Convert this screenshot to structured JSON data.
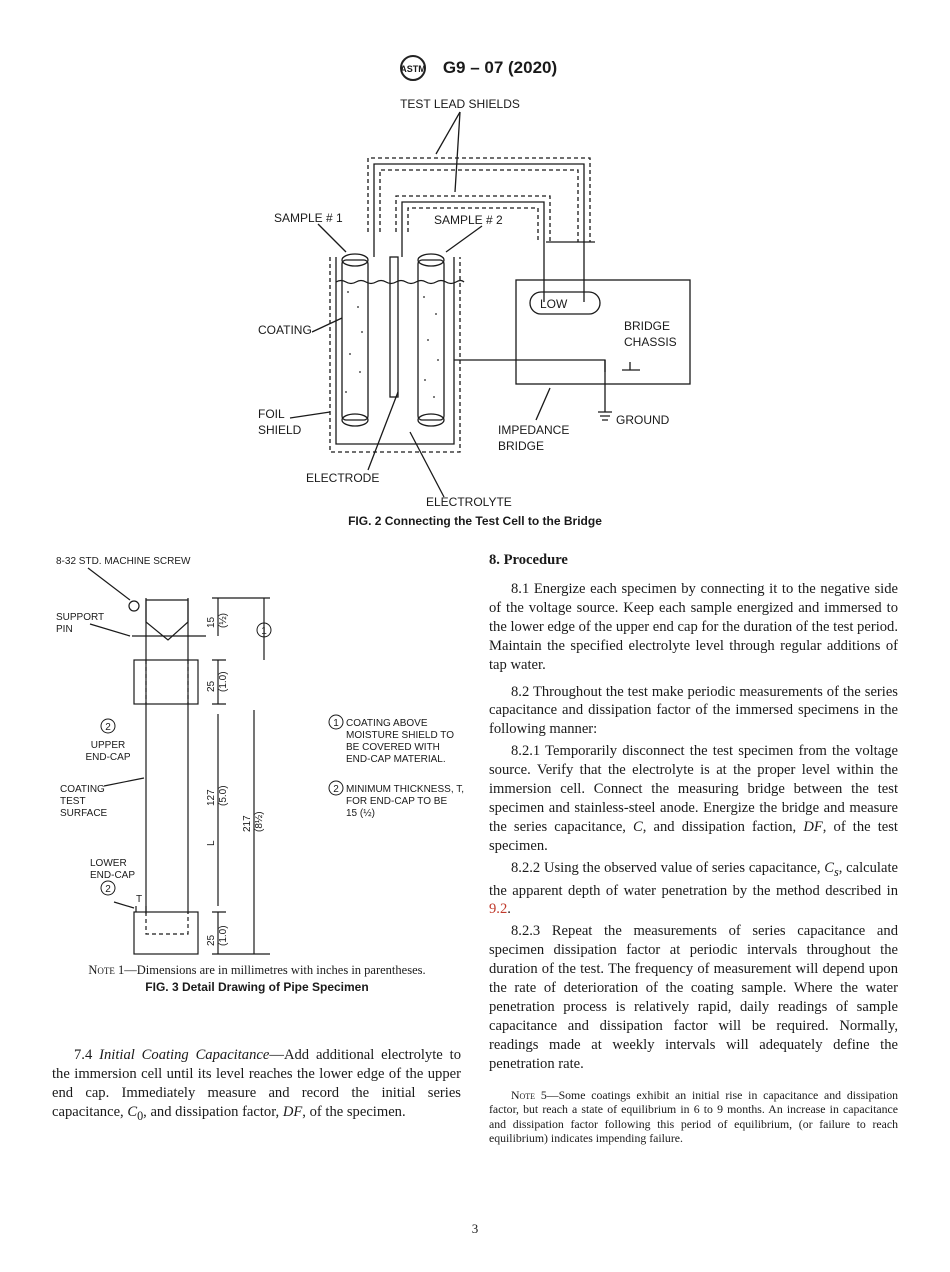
{
  "header": {
    "logo_text": "ASTM",
    "doc_code": "G9 – 07 (2020)"
  },
  "fig2": {
    "labels": {
      "test_lead_shields": "TEST LEAD SHIELDS",
      "sample1": "SAMPLE # 1",
      "sample2": "SAMPLE # 2",
      "coating": "COATING",
      "foil": "FOIL",
      "shield": "SHIELD",
      "electrode": "ELECTRODE",
      "electrolyte": "ELECTROLYTE",
      "low": "LOW",
      "bridge": "BRIDGE",
      "chassis": "CHASSIS",
      "ground": "GROUND",
      "impedance": "IMPEDANCE",
      "bridge2": "BRIDGE"
    },
    "caption": "FIG. 2 Connecting the Test Cell to the Bridge"
  },
  "fig3": {
    "labels": {
      "screw": "8-32 STD. MACHINE SCREW",
      "support": "SUPPORT",
      "pin": "PIN",
      "upper": "UPPER",
      "end_cap": "END-CAP",
      "coating": "COATING",
      "test": "TEST",
      "surface": "SURFACE",
      "lower": "LOWER",
      "lower_end_cap": "END-CAP",
      "t": "T",
      "dim_15": "15",
      "dim_15_in": "(½)",
      "dim_25a": "25",
      "dim_25a_in": "(1.0)",
      "dim_127": "127",
      "dim_127_in": "(5.0)",
      "dim_L": "L",
      "dim_217": "217",
      "dim_217_in": "(8½)",
      "dim_25b": "25",
      "dim_25b_in": "(1.0)",
      "circle1": "1",
      "circle2": "2"
    },
    "callouts": {
      "c1_lines": [
        "COATING ABOVE",
        "MOISTURE SHIELD TO",
        "BE COVERED WITH",
        "END-CAP MATERIAL."
      ],
      "c2_lines": [
        "MINIMUM THICKNESS, T,",
        "FOR END-CAP TO BE",
        "15 (½)"
      ]
    },
    "note_label": "Note 1",
    "note_text": "—Dimensions are in millimetres with inches in parentheses.",
    "caption": "FIG. 3 Detail Drawing of Pipe Specimen"
  },
  "section_7_4": {
    "number": "7.4",
    "title": "Initial Coating Capacitance",
    "text_a": "—Add additional electrolyte to the immersion cell until its level reaches the lower edge of the upper end cap. Immediately measure and record the initial series capacitance, ",
    "c0_var": "C",
    "c0_sub": "0",
    "text_b": ", and dissipation factor, ",
    "df_var": "DF",
    "text_c": ", of the specimen."
  },
  "section_8": {
    "heading": "8. Procedure",
    "p8_1": "8.1 Energize each specimen by connecting it to the negative side of the voltage source. Keep each sample energized and immersed to the lower edge of the upper end cap for the duration of the test period. Maintain the specified electrolyte level through regular additions of tap water.",
    "p8_2": "8.2 Throughout the test make periodic measurements of the series capacitance and dissipation factor of the immersed specimens in the following manner:",
    "p8_2_1_a": "8.2.1 Temporarily disconnect the test specimen from the voltage source. Verify that the electrolyte is at the proper level within the immersion cell. Connect the measuring bridge between the test specimen and stainless-steel anode. Energize the bridge and measure the series capacitance, ",
    "p8_2_1_c": "C",
    "p8_2_1_b": ", and dissipation faction, ",
    "p8_2_1_df": "DF",
    "p8_2_1_end": ", of the test specimen.",
    "p8_2_2_a": "8.2.2 Using the observed value of series capacitance, ",
    "p8_2_2_cs": "C",
    "p8_2_2_sub": "s",
    "p8_2_2_b": ", calculate the apparent depth of water penetration by the method described in ",
    "p8_2_2_link": "9.2",
    "p8_2_2_end": ".",
    "p8_2_3": "8.2.3 Repeat the measurements of series capacitance and specimen dissipation factor at periodic intervals throughout the duration of the test. The frequency of measurement will depend upon the rate of deterioration of the coating sample. Where the water penetration process is relatively rapid, daily readings of sample capacitance and dissipation factor will be required. Normally, readings made at weekly intervals will adequately define the penetration rate.",
    "note5_label": "Note 5",
    "note5_text": "—Some coatings exhibit an initial rise in capacitance and dissipation factor, but reach a state of equilibrium in 6 to 9 months. An increase in capacitance and dissipation factor following this period of equilibrium, (or failure to reach equilibrium) indicates impending failure."
  },
  "page_number": "3"
}
